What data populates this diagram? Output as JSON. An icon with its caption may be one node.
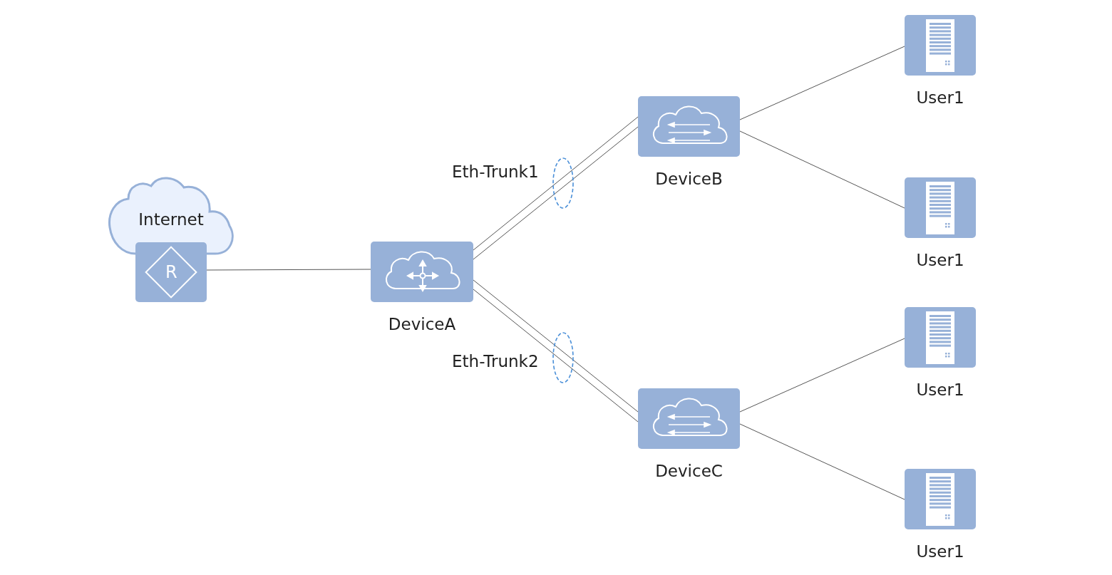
{
  "diagram": {
    "nodes": [
      {
        "text": [
          "Internet"
        ]
      },
      {
        "text": [
          "R"
        ]
      },
      {
        "text": [
          "DeviceA"
        ]
      },
      {
        "text": [
          "DeviceB"
        ]
      },
      {
        "text": [
          "DeviceC"
        ]
      },
      {
        "text": [
          "User1"
        ]
      },
      {
        "text": [
          "User1"
        ]
      },
      {
        "text": [
          "User1"
        ]
      },
      {
        "text": [
          "User1"
        ]
      }
    ],
    "edges": [
      {
        "from": 1,
        "to": 2,
        "arrow": "none"
      },
      {
        "from": 2,
        "to": 3,
        "arrow": "none"
      },
      {
        "from": 2,
        "to": 3,
        "arrow": "none"
      },
      {
        "from": 2,
        "to": 4,
        "arrow": "none"
      },
      {
        "from": 2,
        "to": 4,
        "arrow": "none"
      },
      {
        "from": 3,
        "to": 5,
        "arrow": "none"
      },
      {
        "from": 3,
        "to": 6,
        "arrow": "none"
      },
      {
        "from": 4,
        "to": 7,
        "arrow": "none"
      },
      {
        "from": 4,
        "to": 8,
        "arrow": "none"
      }
    ],
    "labels": [
      "Eth-Trunk1",
      "Eth-Trunk2"
    ]
  }
}
